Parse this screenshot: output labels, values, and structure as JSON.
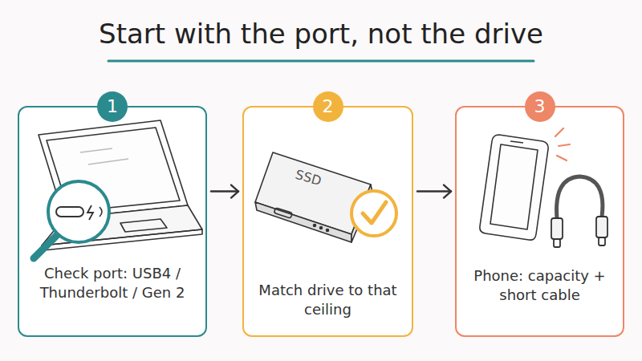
{
  "diagram": {
    "title": "Start with the port, not the drive",
    "nodes": [
      {
        "text": [
          "1",
          "Check port: USB4 / Thunderbolt / Gen 2"
        ]
      },
      {
        "text": [
          "2",
          "Match drive to that ceiling"
        ]
      },
      {
        "text": [
          "3",
          "Phone: capacity + short cable"
        ]
      }
    ],
    "edges": [
      {
        "from": 0,
        "to": 1,
        "arrow": "to"
      },
      {
        "from": 1,
        "to": 2,
        "arrow": "to"
      }
    ],
    "labels": [
      "SSD"
    ]
  }
}
